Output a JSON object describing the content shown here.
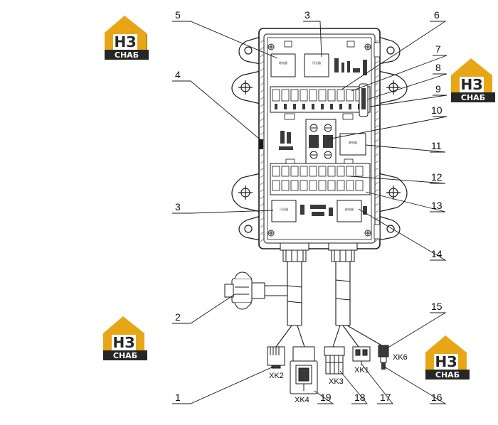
{
  "logo": {
    "glyph": "НЗ",
    "word": "СНАБ",
    "color_gold": "#e8a617",
    "color_dark": "#262626"
  },
  "colors": {
    "line": "#1a1a1a",
    "component": "#3a3a3a"
  },
  "callouts": {
    "n1": "1",
    "n2": "2",
    "n3a": "3",
    "n3b": "3",
    "n4": "4",
    "n5": "5",
    "n6": "6",
    "n7": "7",
    "n8": "8",
    "n9": "9",
    "n10": "10",
    "n11": "11",
    "n12": "12",
    "n13": "13",
    "n14": "14",
    "n15": "15",
    "n16": "16",
    "n17": "17",
    "n18": "18",
    "n19": "19"
  },
  "connectors": {
    "xk1": "XK1",
    "xk2": "XK2",
    "xk3": "XK3",
    "xk4": "XK4",
    "xk6": "XK6"
  },
  "relay_labels": {
    "r5": "继电器",
    "r3top": "闪光器",
    "r11": "继电器",
    "r3bot": "闪光器",
    "r14": "继电器"
  }
}
